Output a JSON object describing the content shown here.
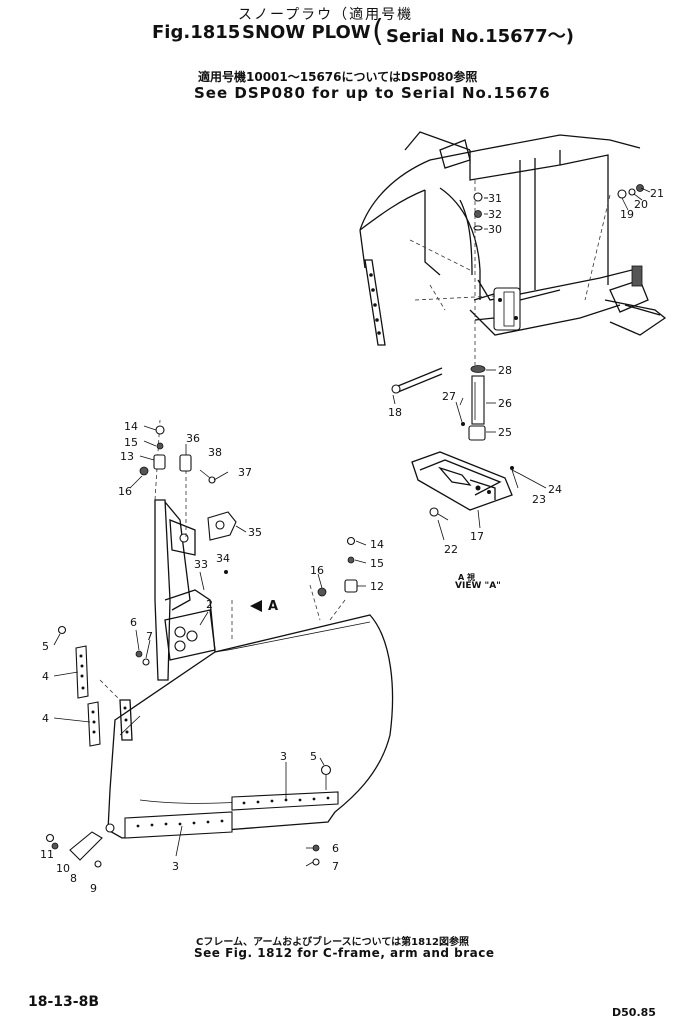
{
  "header": {
    "title_jp": "スノープラウ（適用号機",
    "title_en_prefix": "Fig.1815",
    "title_en": "SNOW PLOW",
    "serial_open": "(",
    "serial": "Serial No.15677～)",
    "sub_jp": "適用号機10001～15676についてはDSP080参照",
    "sub_en": "See DSP080 for up to Serial No.15676"
  },
  "view_label_jp": "A 視",
  "view_label_en": "VIEW \"A\"",
  "arrow_label": "A",
  "footer": {
    "note_jp": "Cフレーム、アームおよびブレースについては第1812図参照",
    "note_en": "See Fig. 1812 for C-frame, arm and brace",
    "page_code": "18-13-8B",
    "model": "D50.85"
  },
  "callouts": [
    "31",
    "32",
    "30",
    "19",
    "20",
    "21",
    "28",
    "18",
    "27",
    "26",
    "25",
    "24",
    "23",
    "17",
    "22",
    "14",
    "15",
    "13",
    "16",
    "36",
    "38",
    "37",
    "35",
    "33",
    "34",
    "14",
    "15",
    "16",
    "12",
    "2",
    "6",
    "7",
    "5",
    "4",
    "4",
    "3",
    "5",
    "6",
    "7",
    "11",
    "10",
    "8",
    "9",
    "3"
  ]
}
